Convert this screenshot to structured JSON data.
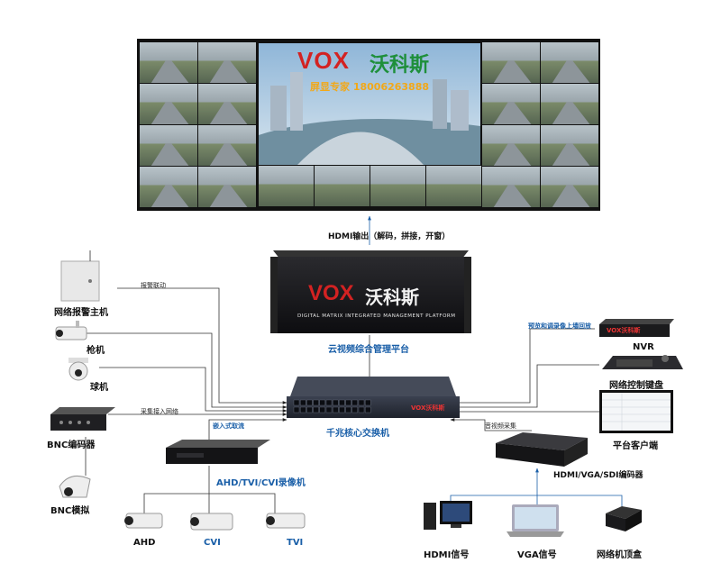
{
  "video_wall": {
    "brand_logo": "VOX",
    "brand_cn": "沃科斯",
    "tagline": "屏显专家 18006263888",
    "tile_count": 32
  },
  "labels": {
    "hdmi_output": "HDMI输出（解码，拼接，开窗）",
    "platform": "云视频综合管理平台",
    "platform_sub": "DIGITAL MATRIX INTEGRATED MANAGEMENT PLATFORM",
    "platform_brand": "VOX",
    "platform_brand_cn": "沃科斯",
    "core_switch": "千兆核心交换机",
    "alarm_host": "网络报警主机",
    "alarm_link": "报警联动",
    "gun_cam": "枪机",
    "dome_cam": "球机",
    "collect_net": "采集接入网络",
    "bnc_encoder": "BNC编码器",
    "bnc_analog": "BNC模拟",
    "embedded_stream": "嵌入式取流",
    "dvr": "AHD/TVI/CVI录像机",
    "ahd": "AHD",
    "cvi": "CVI",
    "tvi": "TVI",
    "preview": "预览和调录像上墙回放",
    "nvr": "NVR",
    "network_keyboard": "网络控制键盘",
    "client": "平台客户端",
    "av_collect": "音视频采集",
    "hdmi_encoder": "HDMI/VGA/SDI编码器",
    "hdmi_signal": "HDMI信号",
    "vga_signal": "VGA信号",
    "settop_box": "网络机顶盒",
    "nvr_brand": "VOX沃科斯",
    "switch_brand": "VOX沃科斯"
  },
  "colors": {
    "accent_blue": "#1a5fa8",
    "line": "#333333",
    "device_dark": "#1c1c1f"
  }
}
